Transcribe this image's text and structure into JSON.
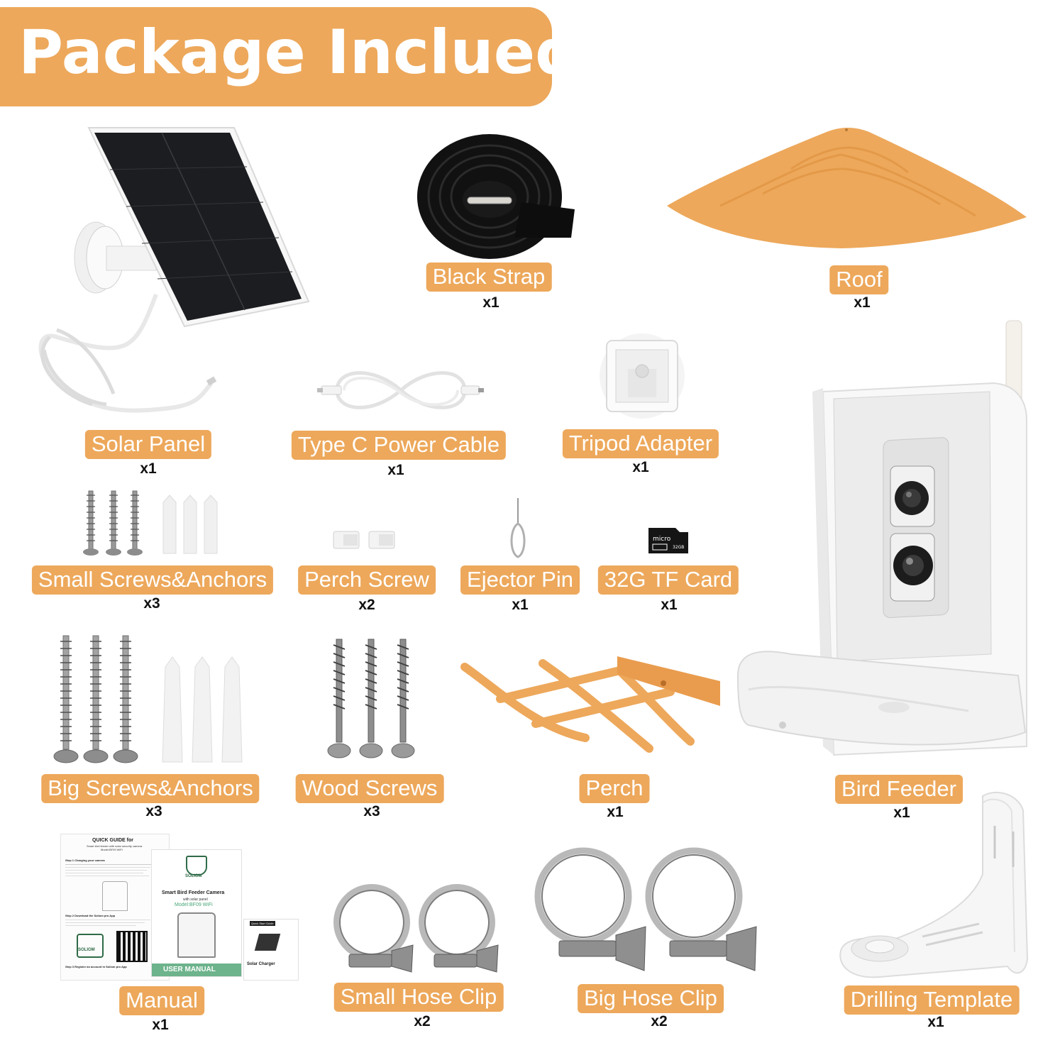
{
  "header": {
    "title": "Package Inclued"
  },
  "colors": {
    "accent": "#EDA85B",
    "label_text": "#FFFFFF",
    "qty_text": "#111111"
  },
  "items": {
    "solar_panel": {
      "label": "Solar Panel",
      "qty": "x1"
    },
    "black_strap": {
      "label": "Black Strap",
      "qty": "x1"
    },
    "roof": {
      "label": "Roof",
      "qty": "x1"
    },
    "type_c_cable": {
      "label": "Type C Power Cable",
      "qty": "x1"
    },
    "tripod_adapter": {
      "label": "Tripod Adapter",
      "qty": "x1"
    },
    "small_screws": {
      "label": "Small Screws&Anchors",
      "qty": "x3"
    },
    "perch_screw": {
      "label": "Perch Screw",
      "qty": "x2"
    },
    "ejector_pin": {
      "label": "Ejector Pin",
      "qty": "x1"
    },
    "tf_card": {
      "label": "32G TF Card",
      "qty": "x1"
    },
    "big_screws": {
      "label": "Big Screws&Anchors",
      "qty": "x3"
    },
    "wood_screws": {
      "label": "Wood Screws",
      "qty": "x3"
    },
    "perch": {
      "label": "Perch",
      "qty": "x1"
    },
    "bird_feeder": {
      "label": "Bird Feeder",
      "qty": "x1"
    },
    "manual": {
      "label": "Manual",
      "qty": "x1"
    },
    "small_hose_clip": {
      "label": "Small Hose Clip",
      "qty": "x2"
    },
    "big_hose_clip": {
      "label": "Big Hose Clip",
      "qty": "x2"
    },
    "drilling_template": {
      "label": "Drilling Template",
      "qty": "x1"
    }
  },
  "manual_docs": {
    "guide_title": "QUICK GUIDE for",
    "guide_subtitle": "Smart bird feeder with solar security camera",
    "guide_model": "Model:BF09 WiFi",
    "guide_step1": "Step 1 Charging your camera",
    "guide_step2": "Step 2 Download the Soliom pro App",
    "guide_step3": "Step 3 Register an account in Soliom pro App",
    "brand": "SOLIOM",
    "cover_title": "Smart Bird Feeder Camera",
    "cover_sub": "with solar panel",
    "cover_model": "Model:BF09 WiFi",
    "cover_band": "USER MANUAL",
    "card_title": "Quick Start Guide",
    "card_caption": "Solar Charger"
  },
  "tf_card_marks": {
    "brand": "micro",
    "capacity": "32GB"
  }
}
